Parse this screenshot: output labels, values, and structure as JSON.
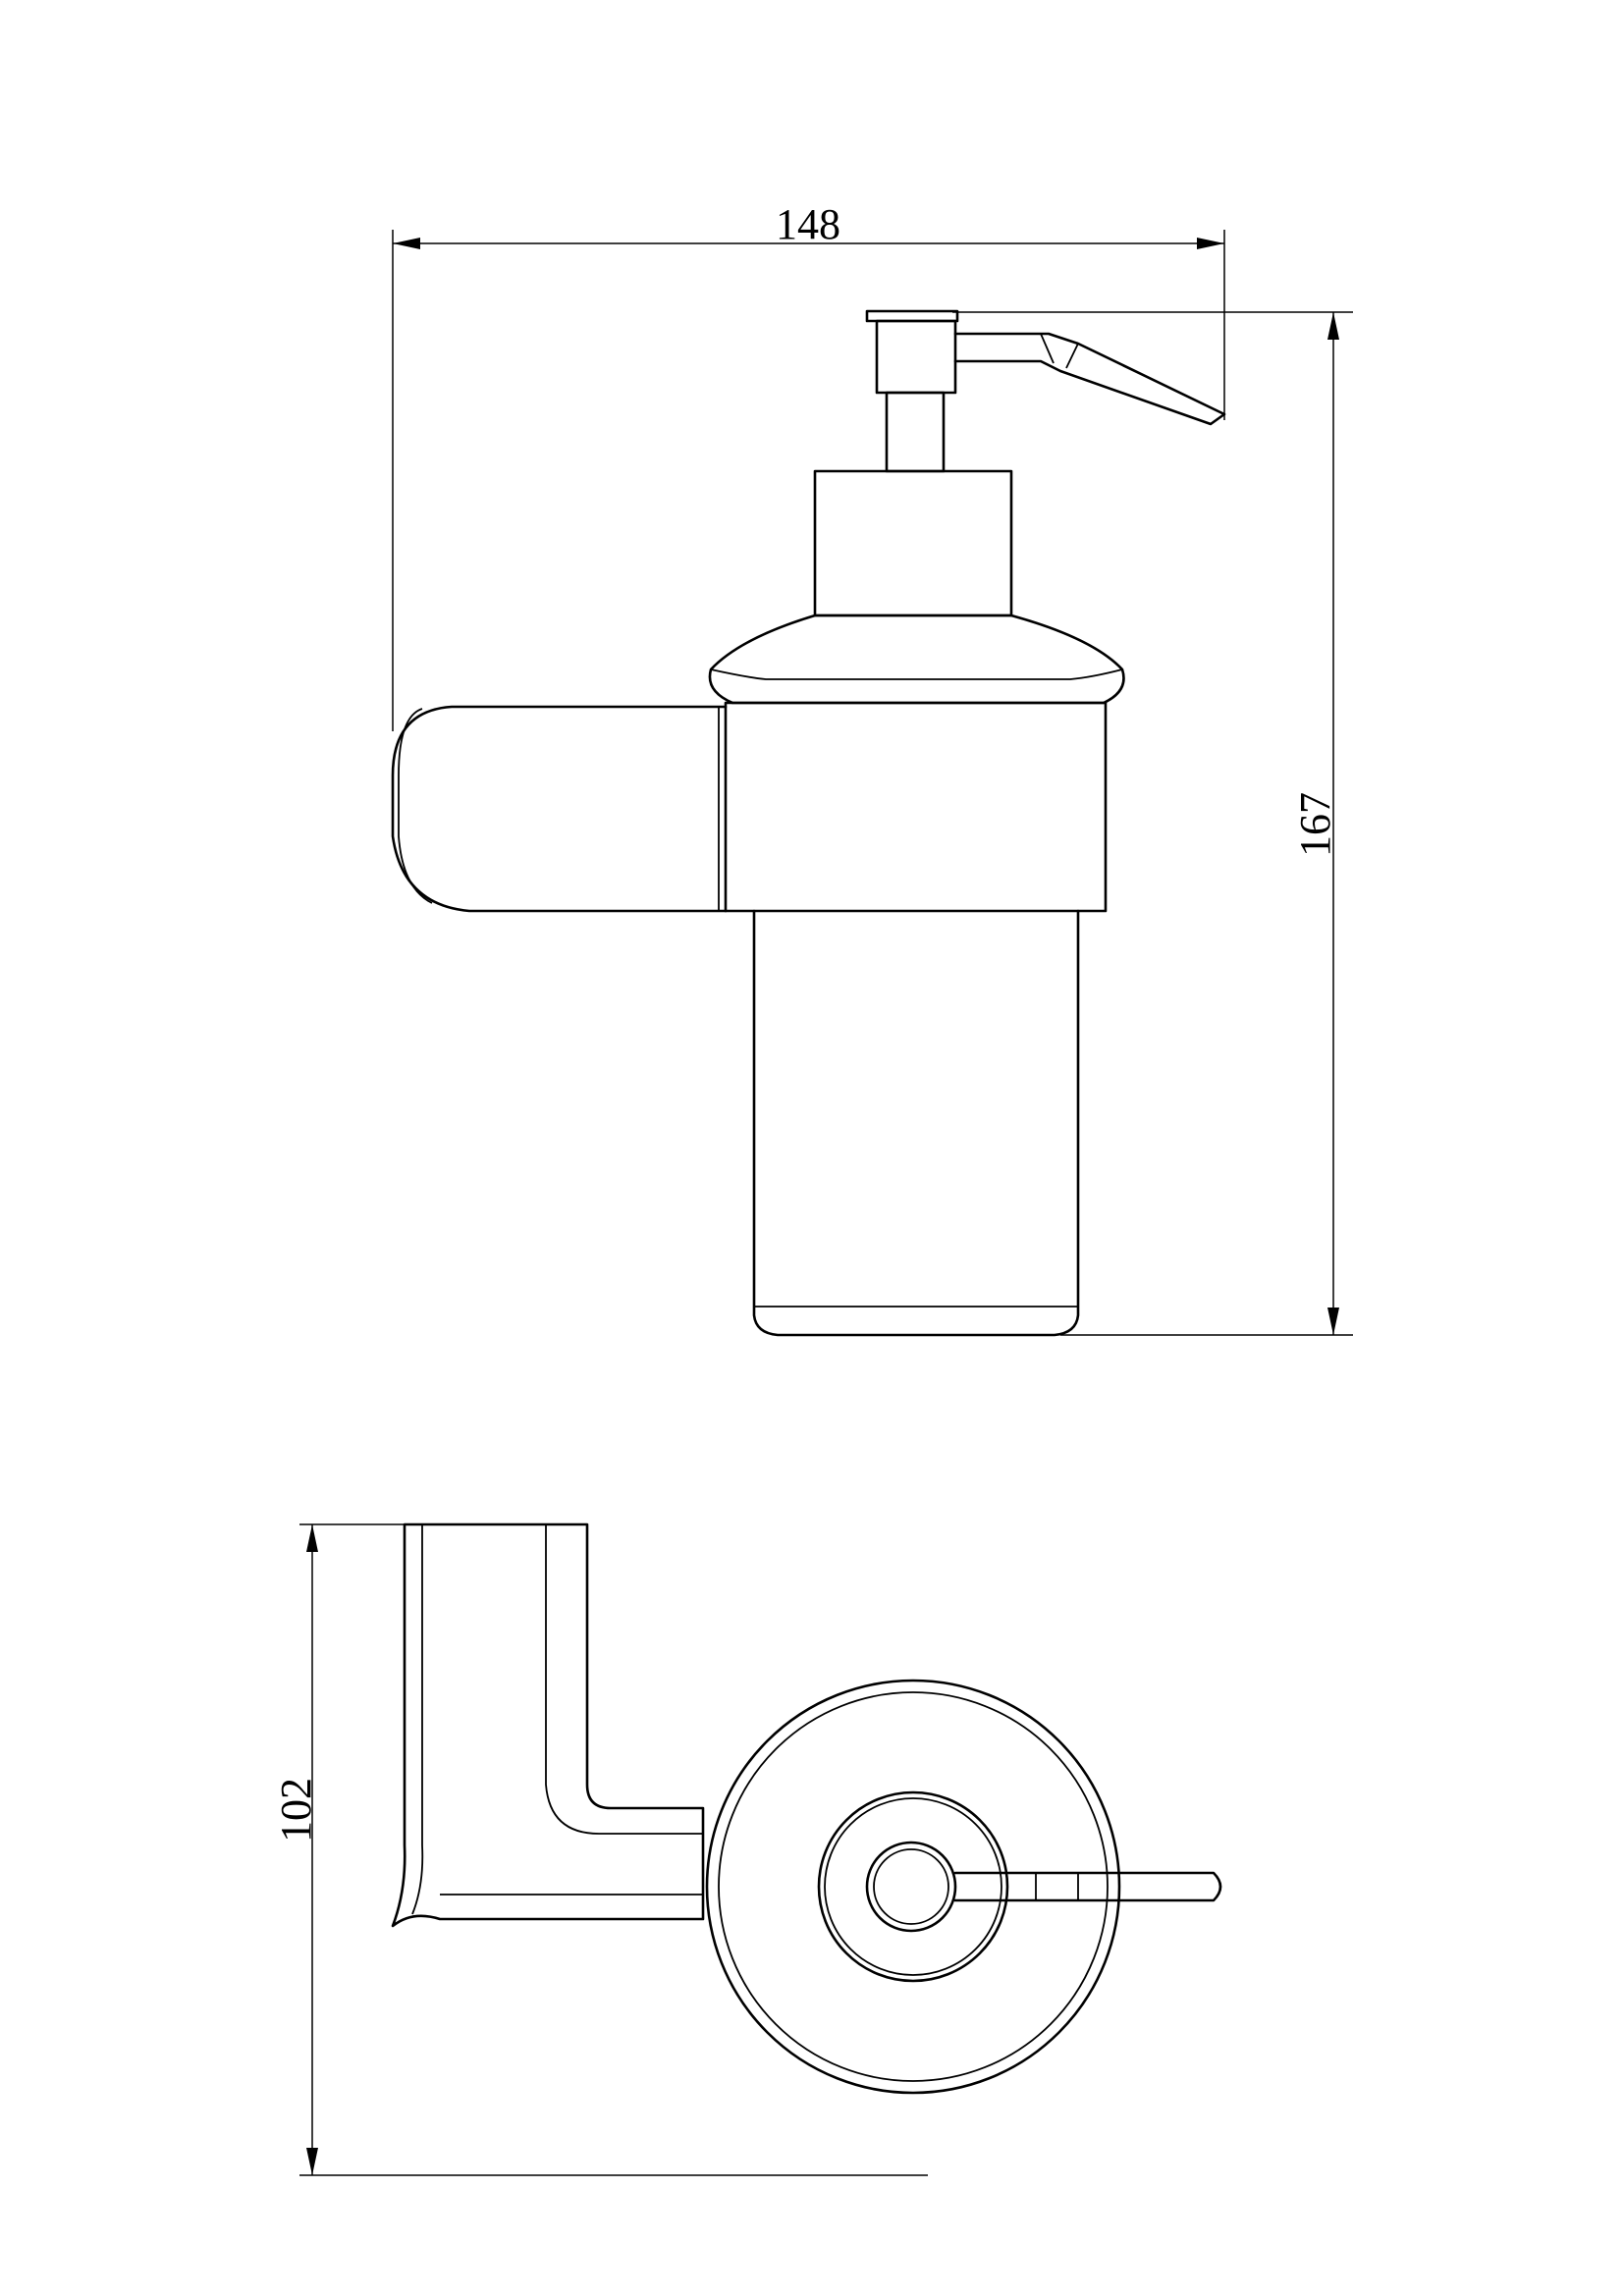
{
  "drawing": {
    "dimensions": {
      "width": "148",
      "height": "167",
      "depth": "102"
    }
  }
}
